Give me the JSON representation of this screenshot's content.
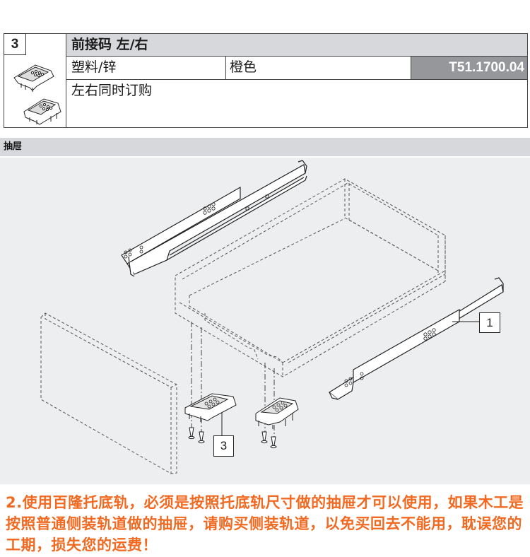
{
  "product": {
    "item_number": "3",
    "title": "前接码 左/右",
    "material": "塑料/锌",
    "color": "橙色",
    "article_code": "T51.1700.04",
    "note": "左右同时订购",
    "thumbnail_icons": [
      "front-locking-device-left-icon",
      "front-locking-device-right-icon"
    ]
  },
  "section": {
    "title": "抽屉"
  },
  "diagram": {
    "callouts": [
      {
        "id": "1",
        "label": "1",
        "refers_to": "runner"
      },
      {
        "id": "3",
        "label": "3",
        "refers_to": "front-locking-device"
      }
    ],
    "parts": [
      "runner-left",
      "runner-right",
      "drawer-box-outline",
      "drawer-front-outline",
      "locking-device-left",
      "locking-device-right",
      "screws"
    ]
  },
  "notice": {
    "text": "2.使用百隆托底轨，必须是按照托底轨尺寸做的抽屉才可以使用，如果木工是按照普通侧装轨道做的抽屉，请购买侧装轨道，以免买回去不能用，耽误您的工期，损失您的运费！",
    "color": "#f26a21"
  },
  "colors": {
    "header_bg": "#d7d8dc",
    "code_bg": "#96979b",
    "diagram_bg": "#edeef0"
  }
}
